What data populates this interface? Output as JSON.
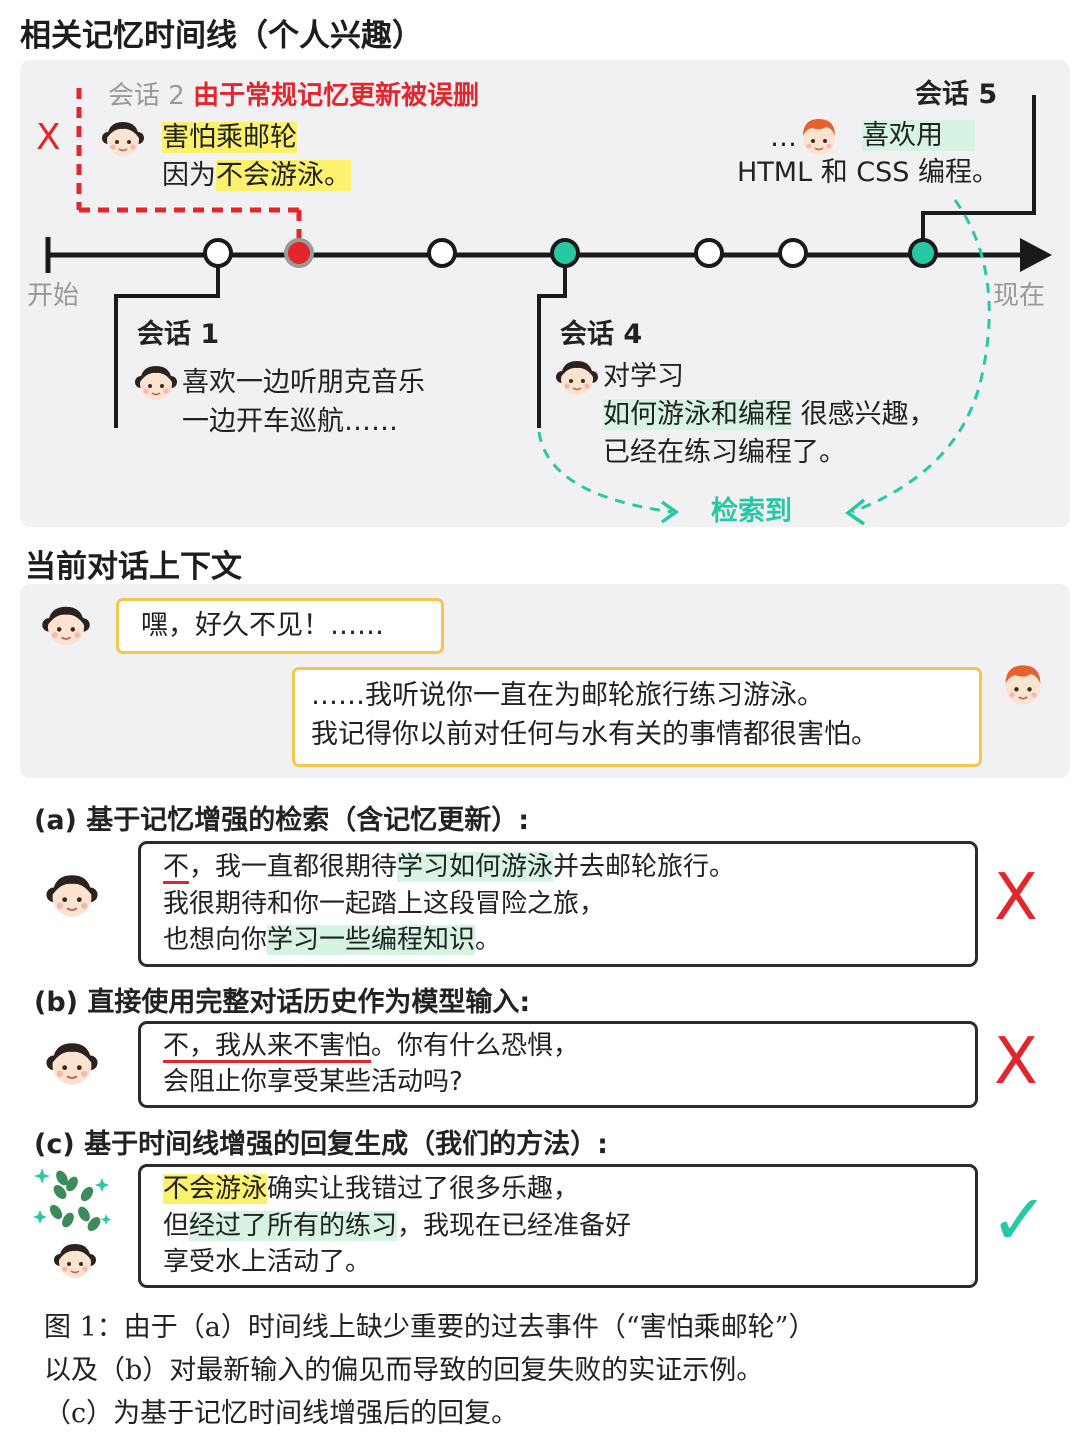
{
  "timeline": {
    "title": "相关记忆时间线（个人兴趣）",
    "start_label": "开始",
    "now_label": "现在",
    "deleted_mark": "X",
    "retrieved_label": "检索到",
    "session2": {
      "name": "会话 2",
      "note": "由于常规记忆更新被误删",
      "line1": "害怕乘邮轮",
      "line2_prefix": "因为",
      "line2_highlight": "不会游泳。"
    },
    "session1": {
      "name": "会话 1",
      "line1": "喜欢一边听朋克音乐",
      "line2": "一边开车巡航……"
    },
    "session4": {
      "name": "会话 4",
      "line1": "对学习",
      "line2_highlight": "如何游泳和编程",
      "line2_rest": "很感兴趣，",
      "line3": "已经在练习编程了。"
    },
    "session5": {
      "name": "会话 5",
      "prefix": "…",
      "line1": "喜欢用",
      "line2": "HTML 和 CSS 编程。"
    }
  },
  "context": {
    "title": "当前对话上下文",
    "user_msg": "嘿，好久不见！……",
    "bot_msg_line1": "……我听说你一直在为邮轮旅行练习游泳。",
    "bot_msg_line2": "我记得你以前对任何与水有关的事情都很害怕。"
  },
  "responses": {
    "a": {
      "label": "(a) 基于记忆增强的检索（含记忆更新）:",
      "l1_ul": "不",
      "l1_a": "，我一直都很期待",
      "l1_hl": "学习如何游泳",
      "l1_b": "并去邮轮旅行。",
      "l2": "我很期待和你一起踏上这段冒险之旅，",
      "l3_a": "也想向你",
      "l3_hl": "学习一些编程知识",
      "l3_b": "。",
      "mark": "X"
    },
    "b": {
      "label": "(b) 直接使用完整对话历史作为模型输入:",
      "l1_ul": "不，我从来不害怕",
      "l1_b": "。你有什么恐惧，",
      "l2": "会阻止你享受某些活动吗?",
      "mark": "X"
    },
    "c": {
      "label": "(c) 基于时间线增强的回复生成（我们的方法）:",
      "l1_hl": "不会游泳",
      "l1_b": "确实让我错过了很多乐趣，",
      "l2_a": "但",
      "l2_hl": "经过了所有的练习",
      "l2_b": "，我现在已经准备好",
      "l3": "享受水上活动了。",
      "mark": "✓"
    }
  },
  "caption": {
    "line1": "图 1：由于（a）时间线上缺少重要的过去事件（“害怕乘邮轮”）",
    "line2": "以及（b）对最新输入的偏见而导致的回复失败的实证示例。",
    "line3": "（c）为基于记忆时间线增强后的回复。"
  },
  "colors": {
    "teal": "#27c9a4",
    "red": "#e3262b",
    "highlight_yellow": "#fbf16c",
    "highlight_green": "#d6f3e4",
    "bubble_border": "#f4c64a"
  }
}
